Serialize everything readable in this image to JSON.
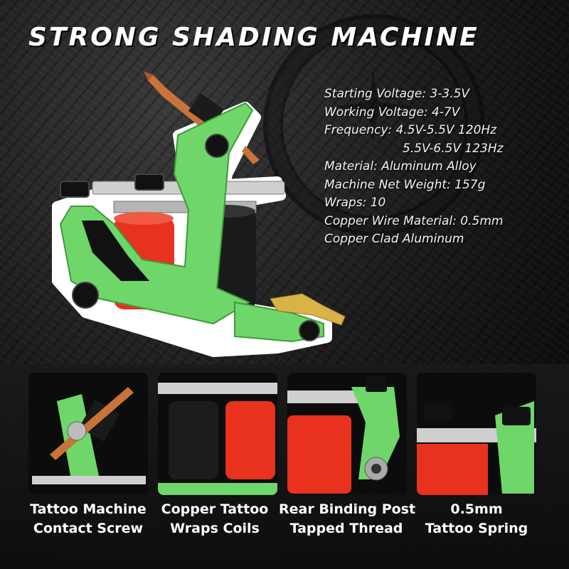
{
  "title": "STRONG SHADING MACHINE",
  "specs": {
    "starting_voltage": "Starting Voltage: 3-3.5V",
    "working_voltage": "Working Voltage: 4-7V",
    "frequency_1": "Frequency: 4.5V-5.5V 120Hz",
    "frequency_2": "5.5V-6.5V 123Hz",
    "material": "Material: Aluminum Alloy",
    "net_weight": "Machine Net Weight: 157g",
    "wraps": "Wraps: 10",
    "copper_wire_1": "Copper Wire Material: 0.5mm",
    "copper_wire_2": "Copper Clad Aluminum"
  },
  "features": [
    {
      "line1": "Tattoo Machine",
      "line2": "Contact Screw"
    },
    {
      "line1": "Copper Tattoo",
      "line2": "Wraps Coils"
    },
    {
      "line1": "Rear Binding Post",
      "line2": "Tapped Thread"
    },
    {
      "line1": "0.5mm",
      "line2": "Tattoo Spring"
    }
  ],
  "colors": {
    "frame_green": "#6fd66a",
    "coil_red": "#e8321e",
    "coil_black": "#1a1a1a",
    "copper": "#c8733a",
    "brass": "#d9b348",
    "background": "#141414",
    "text": "#ffffff"
  },
  "icons": [
    "tattoo-machine-image",
    "compass-watermark"
  ]
}
